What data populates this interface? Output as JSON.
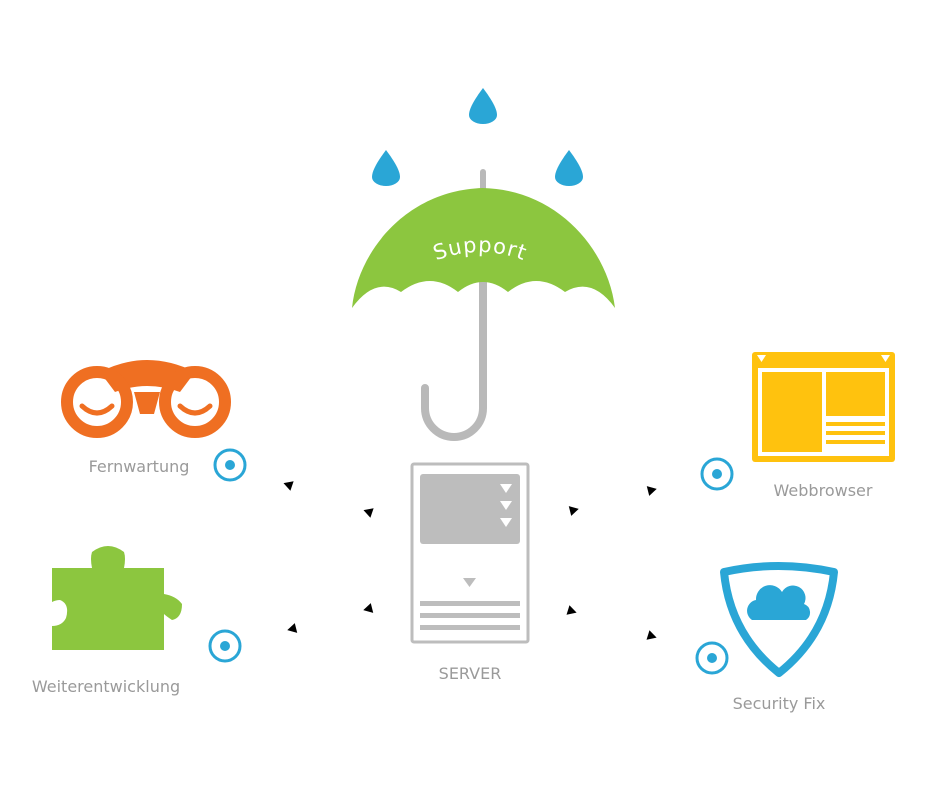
{
  "colors": {
    "umbrella": "#8cc63f",
    "handle": "#b9b9b9",
    "drops": "#2aa6d6",
    "binoculars": "#ef6f22",
    "puzzle": "#8cc63f",
    "browser": "#ffc20e",
    "shield": "#2aa6d6",
    "cloud": "#2aa6d6",
    "connectors": "#f7c96b",
    "nodes": "#2aa6d6",
    "server": "#bdbdbd",
    "label": "#9a9a9a"
  },
  "umbrella": {
    "label": "Support",
    "icon": "umbrella-icon"
  },
  "center": {
    "label": "SERVER",
    "icon": "server-icon"
  },
  "items": {
    "fernwartung": {
      "label": "Fernwartung",
      "icon": "binoculars-icon"
    },
    "weiterentwicklung": {
      "label": "Weiterentwicklung",
      "icon": "puzzle-icon"
    },
    "webbrowser": {
      "label": "Webbrowser",
      "icon": "browser-window-icon"
    },
    "security": {
      "label": "Security Fix",
      "icon": "shield-cloud-icon"
    }
  }
}
